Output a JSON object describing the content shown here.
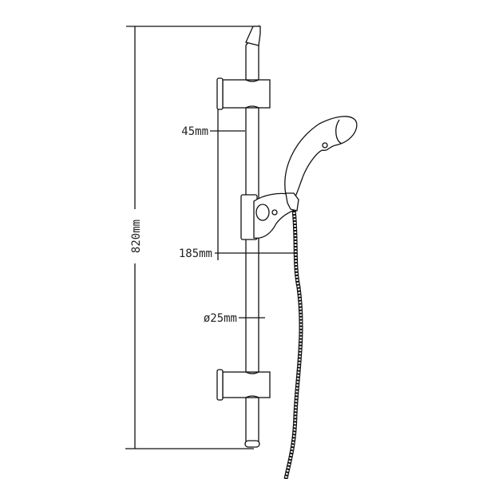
{
  "dimensions": {
    "height": "820mm",
    "bracket_offset": "45mm",
    "projection": "185mm",
    "rail_diameter": "ø25mm"
  },
  "colors": {
    "line": "#111111",
    "background": "#ffffff"
  }
}
